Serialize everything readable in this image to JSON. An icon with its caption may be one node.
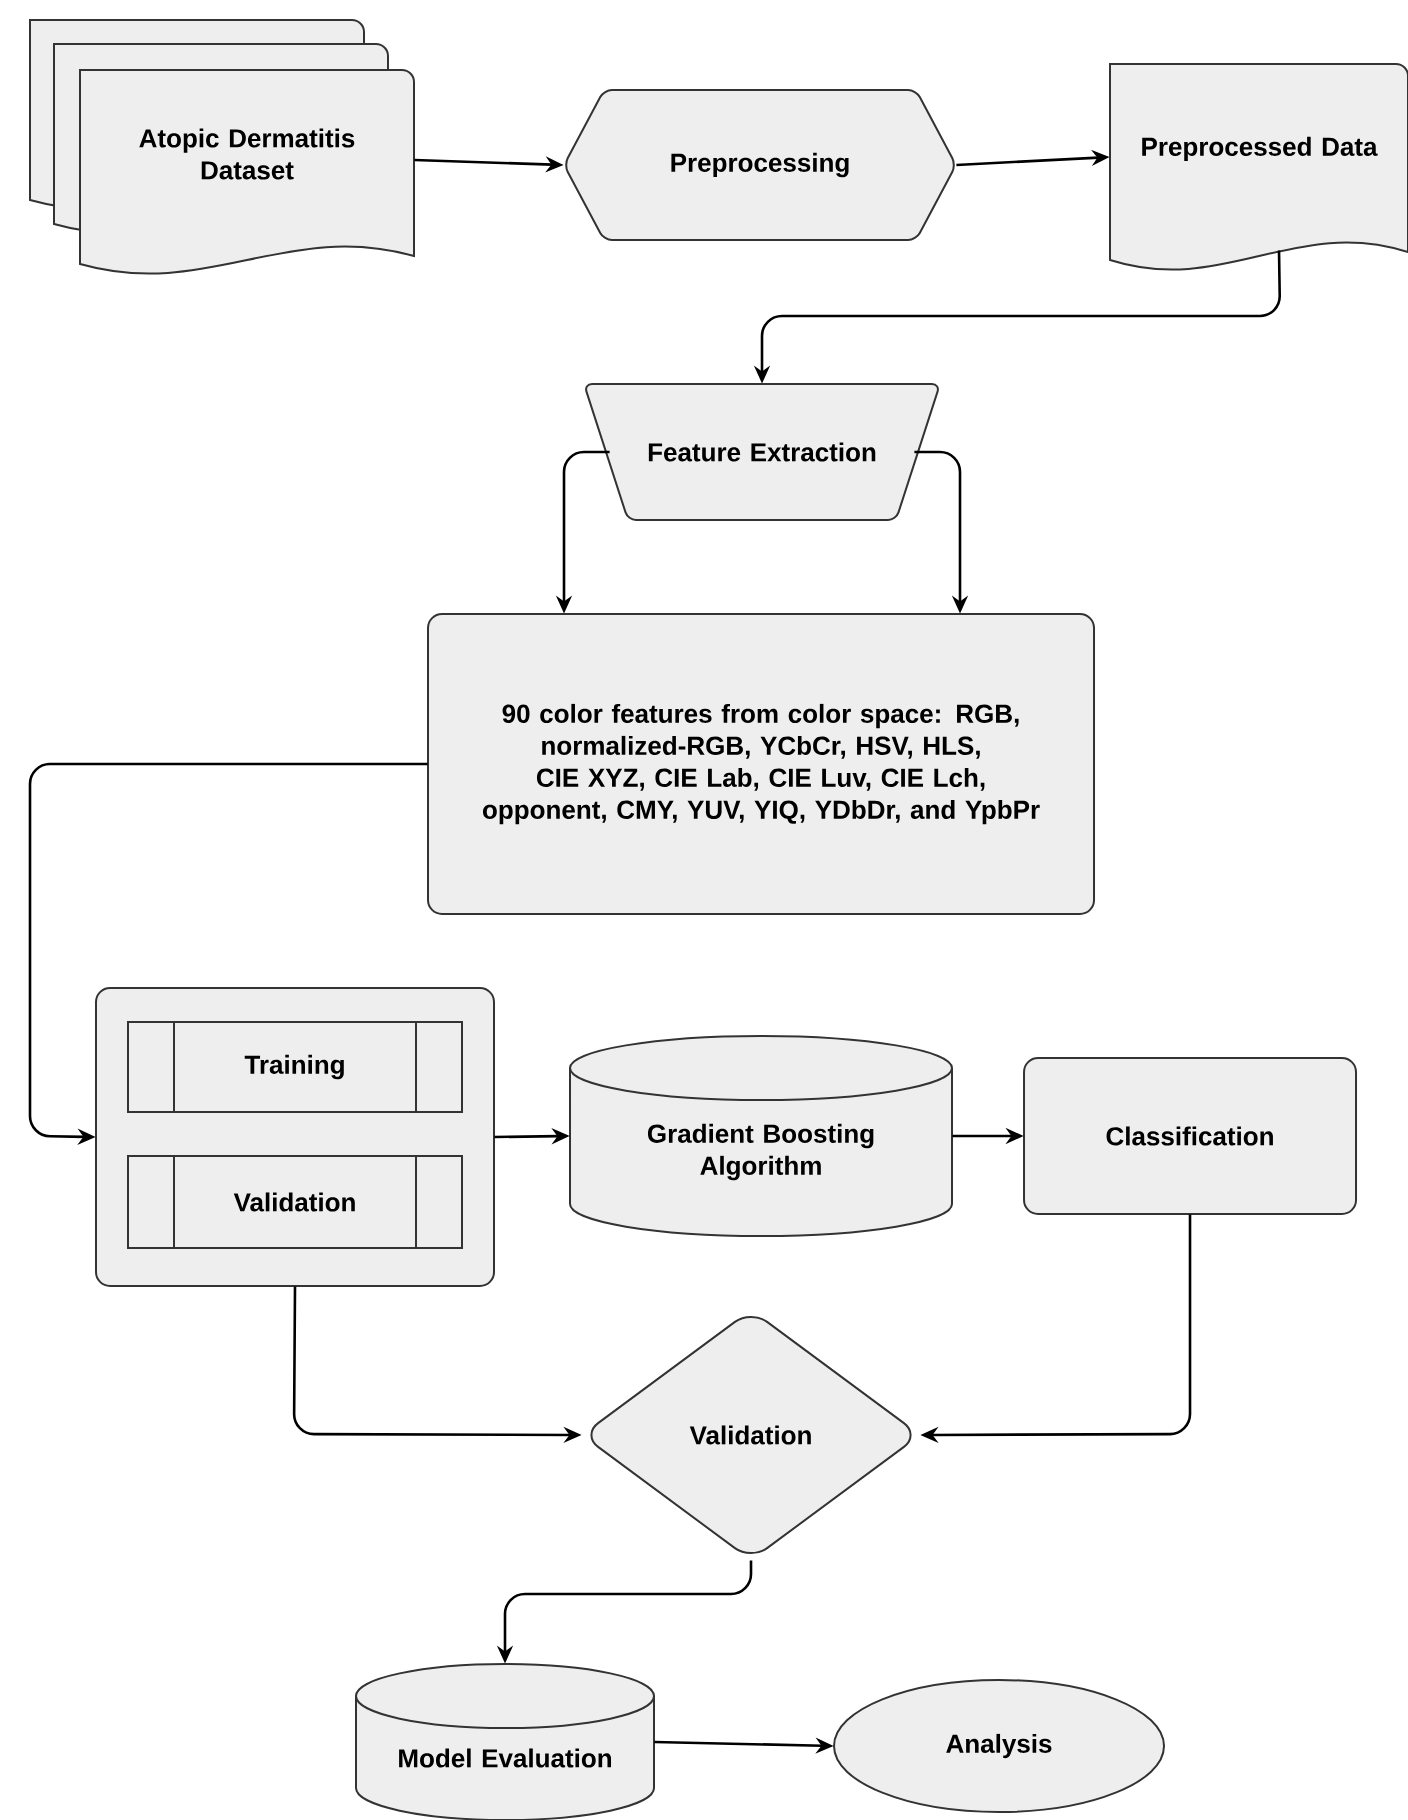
{
  "diagram": {
    "nodes": [
      {
        "text": [
          "Atopic Dermatitis Dataset"
        ]
      },
      {
        "text": [
          "Preprocessing"
        ]
      },
      {
        "text": [
          "Preprocessed Data"
        ]
      },
      {
        "text": [
          "Feature Extraction"
        ]
      },
      {
        "text": [
          "90 color features from color space: RGB, normalized-RGB, YCbCr, HSV, HLS, CIE XYZ, CIE Lab, CIE Luv, CIE Lch, opponent, CMY, YUV, YIQ, YDbDr, and YpbPr"
        ]
      },
      {
        "text": [],
        "shape": "box"
      },
      {
        "text": [
          "Training"
        ],
        "in": 5
      },
      {
        "text": [
          "Validation"
        ],
        "in": 5
      },
      {
        "text": [
          "Gradient Boosting Algorithm"
        ]
      },
      {
        "text": [
          "Classification"
        ]
      },
      {
        "text": [
          "Validation"
        ]
      },
      {
        "text": [
          "Model Evaluation"
        ]
      },
      {
        "text": [
          "Analysis"
        ]
      }
    ],
    "edges": [
      {
        "from": 0,
        "to": 1,
        "arrow": "to"
      },
      {
        "from": 1,
        "to": 2,
        "arrow": "to"
      },
      {
        "from": 2,
        "to": 3,
        "arrow": "to"
      },
      {
        "from": 3,
        "to": 4,
        "arrow": "to"
      },
      {
        "from": 3,
        "to": 4,
        "arrow": "to"
      },
      {
        "from": 4,
        "to": 5,
        "arrow": "to"
      },
      {
        "from": 5,
        "to": 8,
        "arrow": "to"
      },
      {
        "from": 8,
        "to": 9,
        "arrow": "to"
      },
      {
        "from": 5,
        "to": 10,
        "arrow": "to"
      },
      {
        "from": 9,
        "to": 10,
        "arrow": "to"
      },
      {
        "from": 10,
        "to": 11,
        "arrow": "to"
      },
      {
        "from": 11,
        "to": 12,
        "arrow": "to"
      }
    ]
  }
}
